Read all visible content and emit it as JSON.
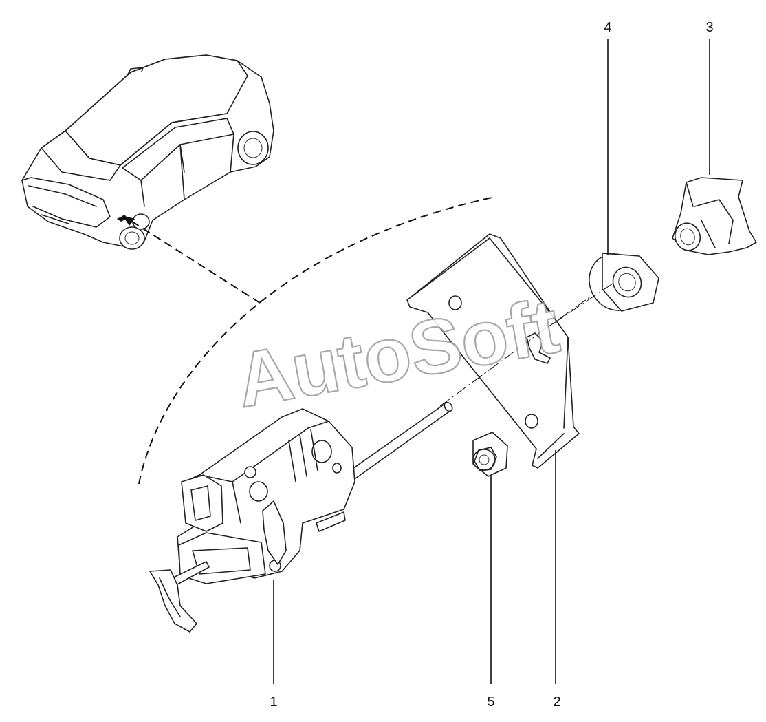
{
  "diagram": {
    "callouts": [
      {
        "id": "1",
        "label": "1"
      },
      {
        "id": "2",
        "label": "2"
      },
      {
        "id": "3",
        "label": "3"
      },
      {
        "id": "4",
        "label": "4"
      },
      {
        "id": "5",
        "label": "5"
      }
    ],
    "watermark": "AutoSoft"
  }
}
